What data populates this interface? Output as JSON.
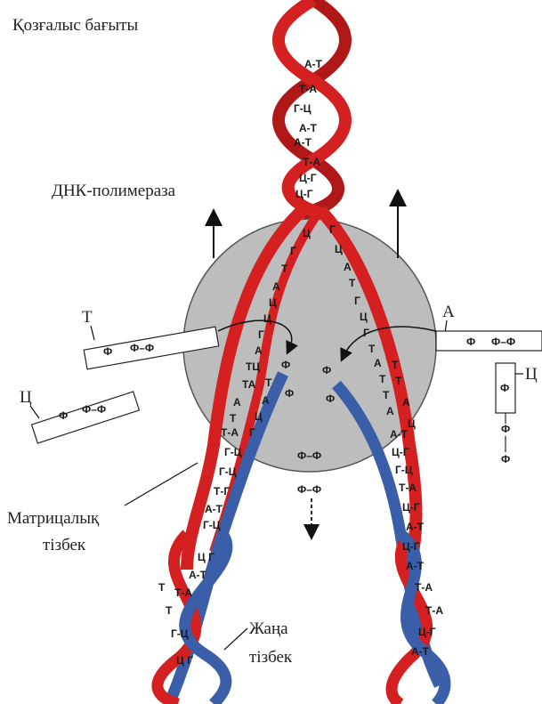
{
  "labels": {
    "direction": "Қозғалыс    бағыты",
    "polymerase": "ДНК-полимераза",
    "template_line1": "Матрицалық",
    "template_line2": "тізбек",
    "new_line1": "Жаңа",
    "new_line2": "тізбек"
  },
  "nucleotides": {
    "left_top_base": "Т",
    "left_bottom_base": "Ц",
    "right_top_base": "А",
    "right_bottom_base": "Ц",
    "phosphate": "Ф",
    "link": "Ф–Ф"
  },
  "center_phosphates": [
    "Ф–Ф",
    "Ф–Ф"
  ],
  "top_pairs": [
    "А-Т",
    "Т-А",
    "Г-Ц",
    "А-Т",
    "А-Т",
    "Т-А",
    "Ц-Г",
    "Ц-Г"
  ],
  "left_fork_bases": [
    "Ц",
    "Г",
    "Т",
    "А",
    "Ц",
    "Ц",
    "Г",
    "А",
    "ТЦ",
    "ТА",
    "А",
    "Т"
  ],
  "right_fork_bases": [
    "Г",
    "Ц",
    "А",
    "Т",
    "Г",
    "Ц",
    "Г",
    "Т",
    "А",
    "Т",
    "Т",
    "А"
  ],
  "left_fork_partners": [
    "Ф",
    "Ф",
    "Т",
    "А",
    "Ц",
    "Г"
  ],
  "right_fork_partners": [
    "Ф",
    "Ф",
    "Т",
    "Т",
    "А",
    "Ц"
  ],
  "left_lower_pairs": [
    "Т-А",
    "Г-Ц",
    "Г-Ц",
    "Т-Г",
    "А-Т",
    "Г-Ц"
  ],
  "right_lower_pairs": [
    "А-Т",
    "Ц-Г",
    "Г-Ц",
    "Т-А",
    "Ц-Г",
    "А-Т"
  ],
  "left_bottom_pairs": [
    "Ц Г",
    "А-Т",
    "Т-А",
    "Т",
    "Т",
    "Г-Ц",
    "Ц Г"
  ],
  "right_bottom_pairs": [
    "Ц-Г",
    "А-Т",
    "Т-А",
    "Т-А",
    "Ц-Г",
    "А-Т"
  ],
  "colors": {
    "parent_strand": "#d42020",
    "new_strand": "#3a5ea8",
    "enzyme": "#bdbdbd",
    "text": "#222222"
  }
}
